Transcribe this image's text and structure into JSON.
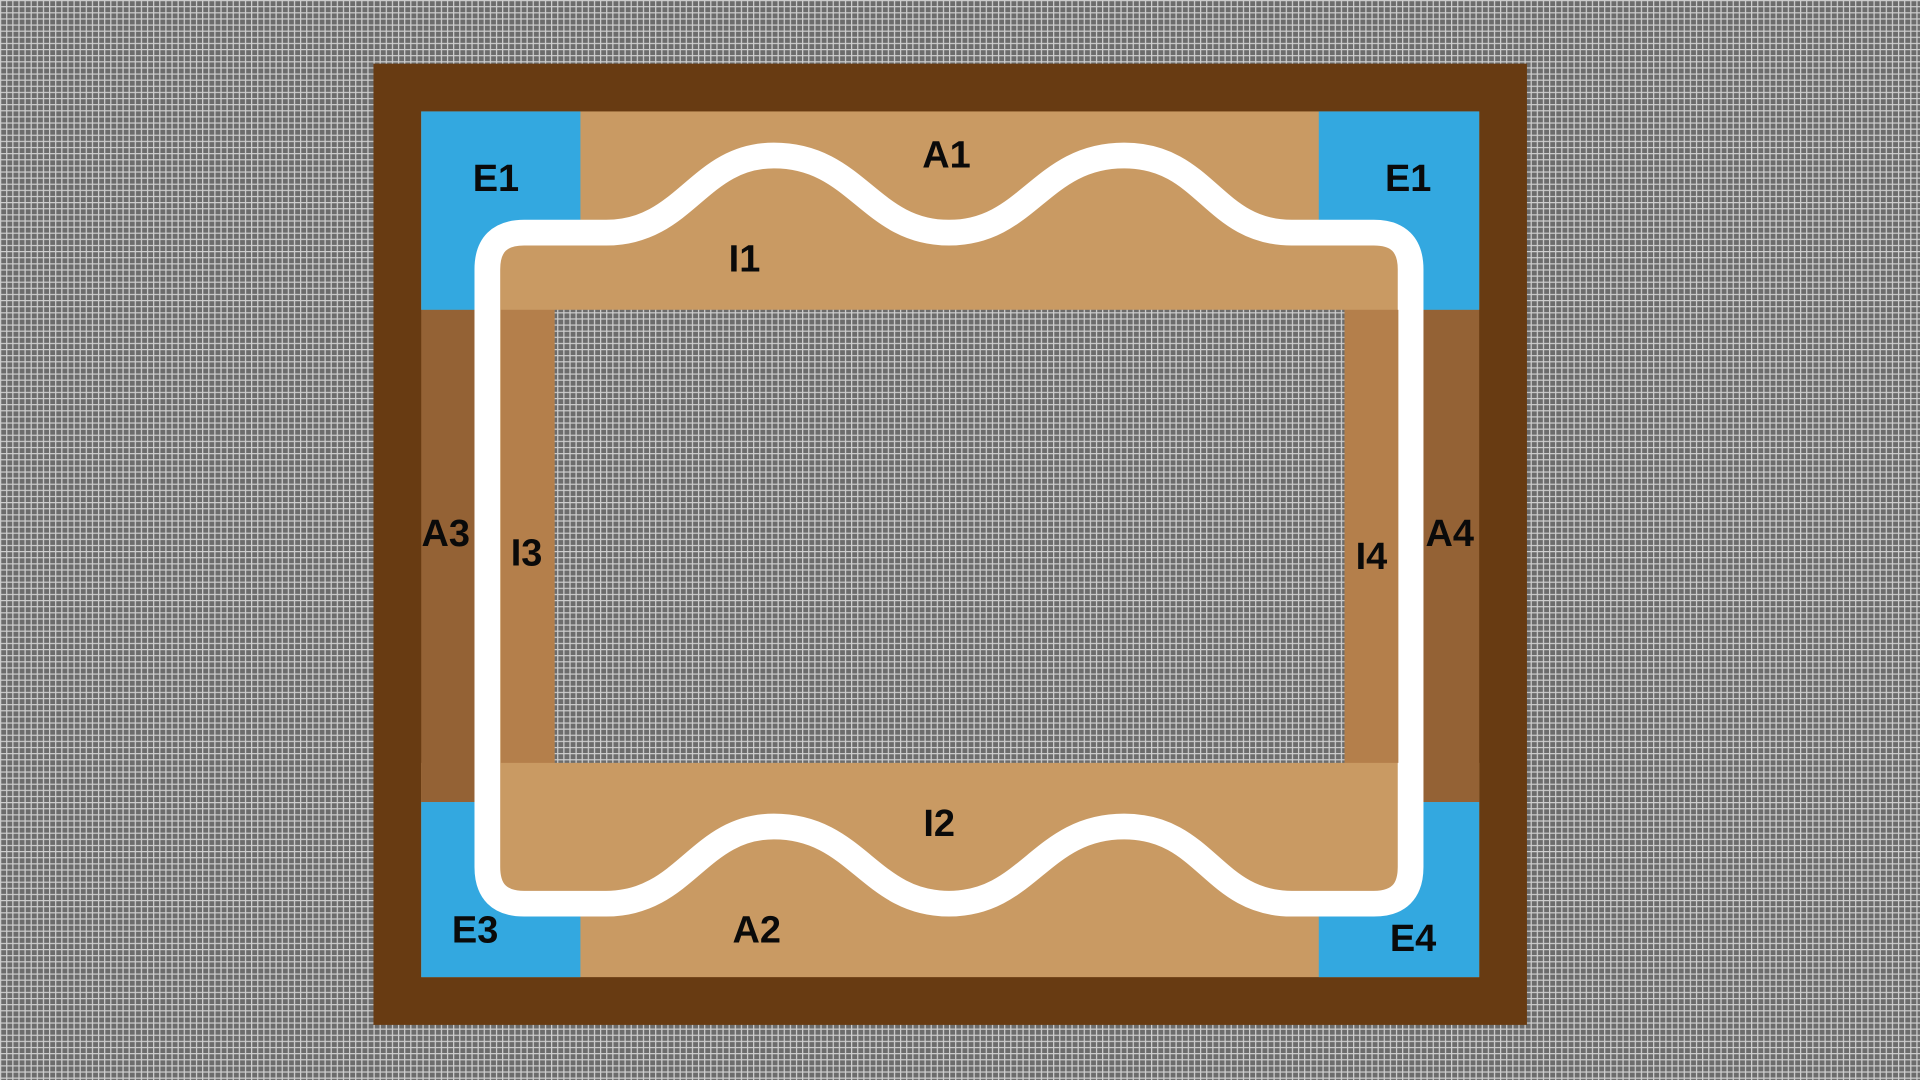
{
  "colors": {
    "frame": "#683b12",
    "band": "#c99a63",
    "side_outer": "#946235",
    "side_inner": "#b47f4b",
    "corner": "#33a8e0",
    "track": "#ffffff",
    "background": "#6f6f6f"
  },
  "labels": {
    "e1_left": "E1",
    "e1_right": "E1",
    "a1": "A1",
    "i1": "I1",
    "a3": "A3",
    "i3": "I3",
    "i4": "I4",
    "a4": "A4",
    "i2": "I2",
    "e3": "E3",
    "a2": "A2",
    "e4": "E4"
  }
}
